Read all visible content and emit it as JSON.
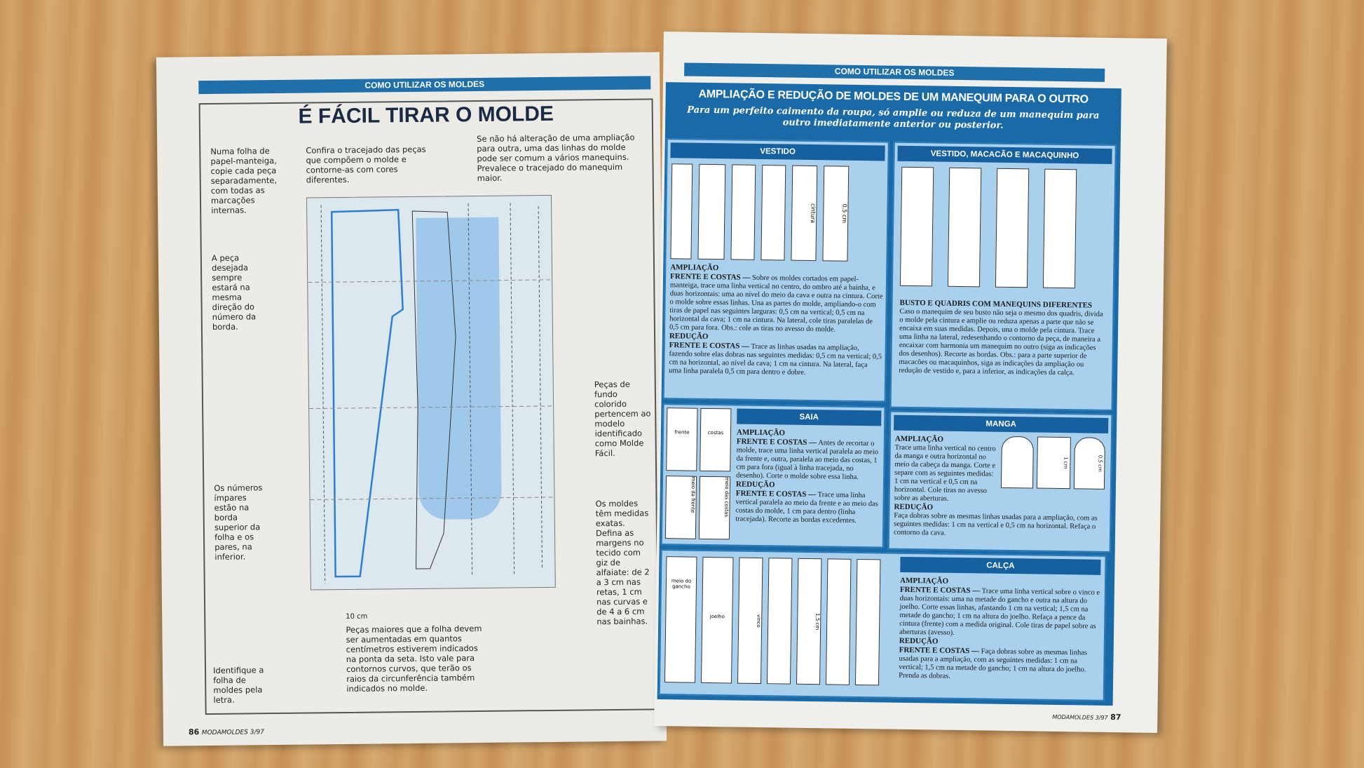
{
  "left_page": {
    "header": "COMO UTILIZAR OS MOLDES",
    "title": "É FÁCIL TIRAR O MOLDE",
    "notes": [
      "Numa folha de papel-manteiga, copie cada peça separadamente, com todas as marcações internas.",
      "Confira o tracejado das peças que compõem o molde e contorne-as com cores diferentes.",
      "Se não há alteração de uma ampliação para outra, uma das linhas do molde pode ser comum a vários manequins. Prevalece o tracejado do manequim maior.",
      "A peça desejada sempre estará na mesma direção do número da borda.",
      "Os números ímpares estão na borda superior da folha e os pares, na inferior.",
      "Identifique a folha de moldes pela letra.",
      "Peças maiores que a folha devem ser aumentadas em quantos centímetros estiverem indicados na ponta da seta. Isto vale para contornos curvos, que terão os raios da circunferência também indicados no molde.",
      "Peças de fundo colorido pertencem ao modelo identificado como Molde Fácil.",
      "Os moldes têm medidas exatas. Defina as margens no tecido com giz de alfaiate: de 2 a 3 cm nas retas, 1 cm nas curvas e de 4 a 6 cm nas bainhas."
    ],
    "scale_label": "10 cm",
    "page_number": "86",
    "footer": "MODAMOLDES 3/97"
  },
  "right_page": {
    "header": "COMO UTILIZAR OS MOLDES",
    "title": "AMPLIAÇÃO E REDUÇÃO DE MOLDES DE UM MANEQUIM PARA O OUTRO",
    "subtitle": "Para um perfeito caimento da roupa, só amplie ou reduza de um manequim para outro imediatamente anterior ou posterior.",
    "vestido": {
      "title": "VESTIDO",
      "amp_h": "AMPLIAÇÃO",
      "amp_b": "FRENTE E COSTAS —",
      "amp_t": " Sobre os moldes cortados em papel-manteiga, trace uma linha vertical no centro, do ombro até a bainha, e duas horizontais: uma ao nível do meio da cava e outra na cintura. Corte o molde sobre essas linhas. Una as partes do molde, ampliando-o com tiras de papel nas seguintes larguras: 0,5 cm na vertical; 0,5 cm na horizontal da cava; 1 cm na cintura. Na lateral, cole tiras paralelas de 0,5 cm para fora. Obs.: cole as tiras no avesso do molde.",
      "red_h": "REDUÇÃO",
      "red_b": "FRENTE E COSTAS —",
      "red_t": " Trace as linhas usadas na ampliação, fazendo sobre elas dobras nas seguintes medidas: 0,5 cm na vertical; 0,5 cm na horizontal, ao nível da cava; 1 cm na cintura. Na lateral, faça uma linha paralela 0,5 cm para dentro e dobre."
    },
    "macacao": {
      "title": "VESTIDO, MACACÃO E MACAQUINHO",
      "h": "BUSTO E QUADRIS COM MANEQUINS DIFERENTES",
      "t": "Caso o manequim de seu busto não seja o mesmo dos quadris, divida o molde pela cintura e amplie ou reduza apenas a parte que não se encaixa em suas medidas. Depois, una o molde pela cintura. Trace uma linha na lateral, redesenhando o contorno da peça, de maneira a encaixar com harmonia um manequim no outro (siga as indicações dos desenhos). Recorte as bordas. Obs.: para a parte superior de macacões ou macaquinhos, siga as indicações da ampliação ou redução de vestido e, para a inferior, as indicações da calça."
    },
    "saia": {
      "title": "SAIA",
      "amp_h": "AMPLIAÇÃO",
      "amp_b": "FRENTE E COSTAS —",
      "amp_t": " Antes de recortar o molde, trace uma linha vertical paralela ao meio da frente e, outra, paralela ao meio das costas, 1 cm para fora (igual à linha tracejada, no desenho). Corte o molde sobre essa linha.",
      "red_h": "REDUÇÃO",
      "red_b": "FRENTE E COSTAS —",
      "red_t": " Trace uma linha vertical paralela ao meio da frente e ao meio das costas do molde, 1 cm para dentro (linha tracejada). Recorte as bordas excedentes.",
      "labels": [
        "frente",
        "costas",
        "meio da frente",
        "meio das costas"
      ]
    },
    "manga": {
      "title": "MANGA",
      "amp_h": "AMPLIAÇÃO",
      "amp_t": "Trace uma linha vertical no centro da manga e outra horizontal no meio da cabeça da manga. Corte e separe com as seguintes medidas: 1 cm na vertical e 0,5 cm na horizontal. Cole tiras no avesso sobre as aberturas.",
      "red_h": "REDUÇÃO",
      "red_t": "Faça dobras sobre as mesmas linhas usadas para a ampliação, com as seguintes medidas: 1 cm na vertical e 0,5 cm na horizontal. Refaça o contorno da cava."
    },
    "calca": {
      "title": "CALÇA",
      "amp_h": "AMPLIAÇÃO",
      "amp_b": "FRENTE E COSTAS —",
      "amp_t": " Trace uma linha vertical sobre o vinco e duas horizontais: uma na metade do gancho e outra na altura do joelho. Corte essas linhas, afastando 1 cm na vertical; 1,5 cm na metade do gancho; 1 cm na altura do joelho. Refaça a pence da cintura (frente) com a medida original. Cole tiras de papel sobre as aberturas (avesso).",
      "red_h": "REDUÇÃO",
      "red_b": "FRENTE E COSTAS —",
      "red_t": " Faça dobras sobre as mesmas linhas usadas para a ampliação, com as seguintes medidas: 1 cm na vertical; 1,5 cm na metade do gancho; 1 cm na altura do joelho. Prenda as dobras.",
      "labels": [
        "meio do gancho",
        "joelho",
        "vinco"
      ]
    },
    "measures": [
      "0,5 cm",
      "1 cm",
      "cintura",
      "1,5 cm"
    ],
    "footer": "MODAMOLDES 3/97",
    "page_number": "87"
  }
}
